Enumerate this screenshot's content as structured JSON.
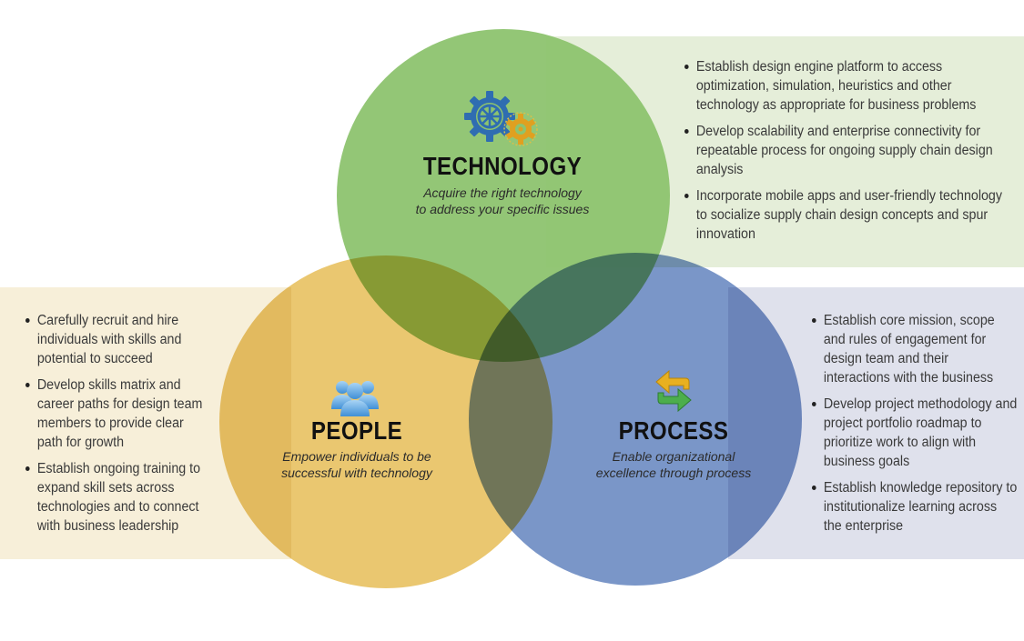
{
  "colors": {
    "technology_circle": "#8dc36f",
    "people_circle": "#e8c160",
    "process_circle": "#6384be",
    "technology_panel": "#e5eed9",
    "people_panel": "#f7efd9",
    "process_panel": "#dfe1ec"
  },
  "technology": {
    "icon": "gears-icon",
    "title": "TECHNOLOGY",
    "subtitle_line1": "Acquire the right technology",
    "subtitle_line2": "to address your specific issues",
    "bullets": [
      "Establish design engine platform to access optimization, simulation, heuristics and other technology as appropriate for business problems",
      "Develop scalability and enterprise connectivity for repeatable process for ongoing supply chain design analysis",
      "Incorporate mobile apps and user-friendly technology to socialize supply chain design concepts and spur innovation"
    ]
  },
  "people": {
    "icon": "people-group-icon",
    "title": "PEOPLE",
    "subtitle_line1": "Empower individuals to be",
    "subtitle_line2": "successful with technology",
    "bullets": [
      "Carefully recruit and hire individuals with skills and potential to succeed",
      "Develop skills matrix and career paths for design team members to provide clear path for growth",
      "Establish ongoing training to expand skill sets across technologies and to connect with business leadership"
    ]
  },
  "process": {
    "icon": "refresh-arrows-icon",
    "title": "PROCESS",
    "subtitle_line1": "Enable organizational",
    "subtitle_line2": "excellence through process",
    "bullets": [
      "Establish core mission, scope and rules of engagement for design team and their interactions with the business",
      "Develop project methodology and project portfolio roadmap to prioritize work to align with business goals",
      "Establish knowledge repository to institutionalize learning across the enterprise"
    ]
  }
}
